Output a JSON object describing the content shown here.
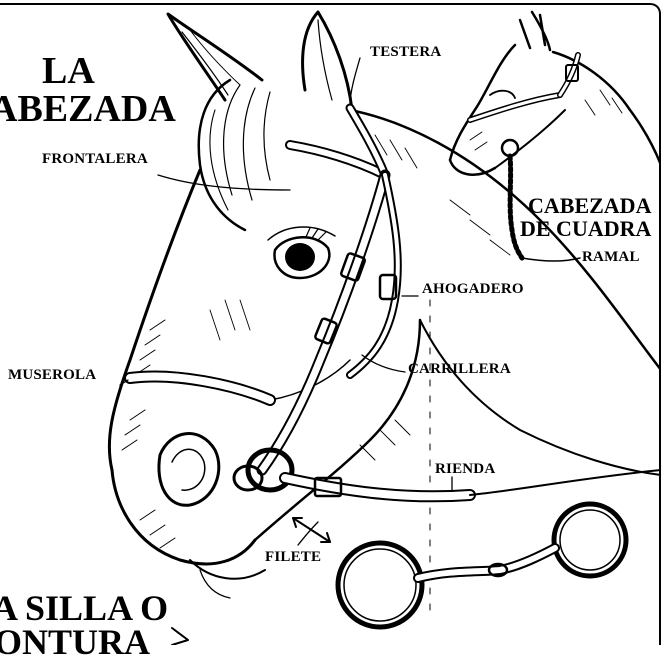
{
  "title": {
    "line1": "LA",
    "line2": "ABEZADA"
  },
  "inset_title": {
    "line1": "CABEZADA",
    "line2": "DE CUADRA"
  },
  "bottom_title": {
    "line1": "A SILLA O",
    "line2": "ONTURA"
  },
  "labels": {
    "testera": "TESTERA",
    "frontalera": "FRONTALERA",
    "ramal": "RAMAL",
    "ahogadero": "AHOGADERO",
    "carrillera": "CARRILLERA",
    "muserola": "MUSEROLA",
    "rienda": "RIENDA",
    "filete": "FILETE"
  },
  "colors": {
    "ink": "#000000",
    "paper": "#ffffff"
  }
}
